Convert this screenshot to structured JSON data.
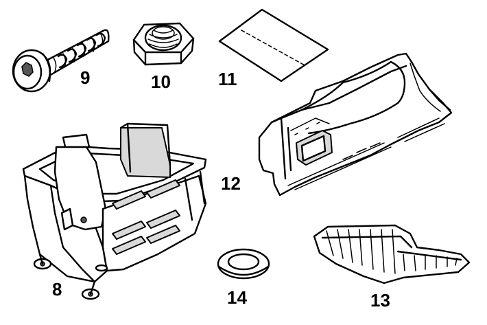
{
  "parts": [
    {
      "id": "bracket",
      "label": "8"
    },
    {
      "id": "screw",
      "label": "9"
    },
    {
      "id": "nut",
      "label": "10"
    },
    {
      "id": "pad",
      "label": "11"
    },
    {
      "id": "duct",
      "label": "12"
    },
    {
      "id": "insert",
      "label": "13"
    },
    {
      "id": "washer",
      "label": "14"
    }
  ]
}
